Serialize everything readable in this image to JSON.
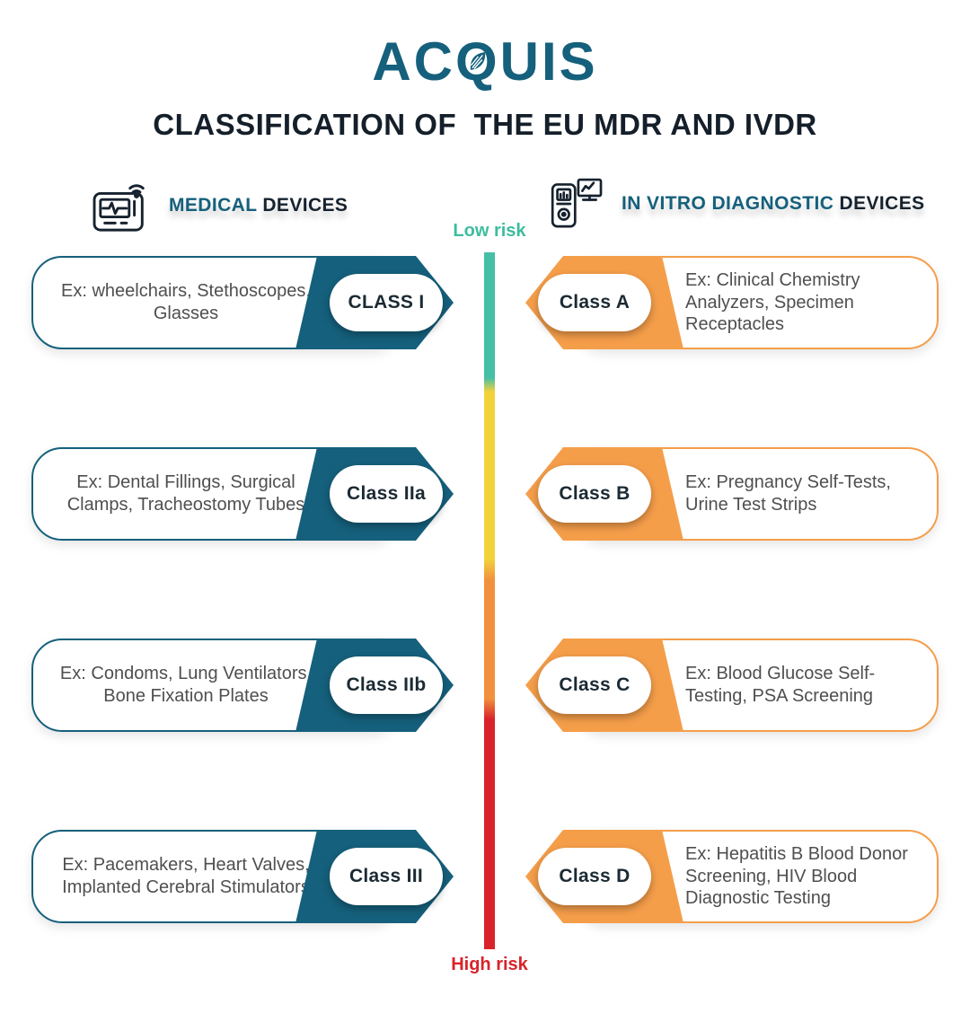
{
  "logo": {
    "part1": "AC",
    "part2": "Q",
    "part3": "UIS"
  },
  "title": "CLASSIFICATION OF  THE EU MDR AND IVDR",
  "colors": {
    "medical_accent": "#15607C",
    "ivd_accent": "#F59E4A",
    "risk_scale": [
      "#45BFA5",
      "#F2D23B",
      "#F2913D",
      "#D8232A"
    ],
    "low_risk_text": "#3DBD9E",
    "high_risk_text": "#D8232A"
  },
  "risk_scale": {
    "low_label": "Low risk",
    "high_label": "High risk"
  },
  "left_column": {
    "icon": "patient-monitor-icon",
    "heading": {
      "highlight": "MEDICAL",
      "rest": "DEVICES"
    },
    "rows": [
      {
        "class_label": "CLASS I",
        "examples": "Ex: wheelchairs, Stethoscopes, Glasses"
      },
      {
        "class_label": "Class IIa",
        "examples": "Ex: Dental Fillings, Surgical Clamps, Tracheostomy Tubes"
      },
      {
        "class_label": "Class IIb",
        "examples": "Ex: Condoms, Lung Ventilators, Bone Fixation Plates"
      },
      {
        "class_label": "Class III",
        "examples": "Ex: Pacemakers, Heart Valves, Implanted Cerebral Stimulators"
      }
    ]
  },
  "right_column": {
    "icon": "glucometer-monitor-icon",
    "heading": {
      "highlight": "IN VITRO DIAGNOSTIC",
      "rest": "DEVICES"
    },
    "rows": [
      {
        "class_label": "Class A",
        "examples": "Ex: Clinical Chemistry Analyzers, Specimen Receptacles"
      },
      {
        "class_label": "Class B",
        "examples": "Ex: Pregnancy Self-Tests, Urine Test Strips"
      },
      {
        "class_label": "Class C",
        "examples": "Ex: Blood Glucose Self-Testing, PSA Screening"
      },
      {
        "class_label": "Class D",
        "examples": "Ex: Hepatitis B Blood Donor Screening, HIV Blood Diagnostic Testing"
      }
    ]
  }
}
